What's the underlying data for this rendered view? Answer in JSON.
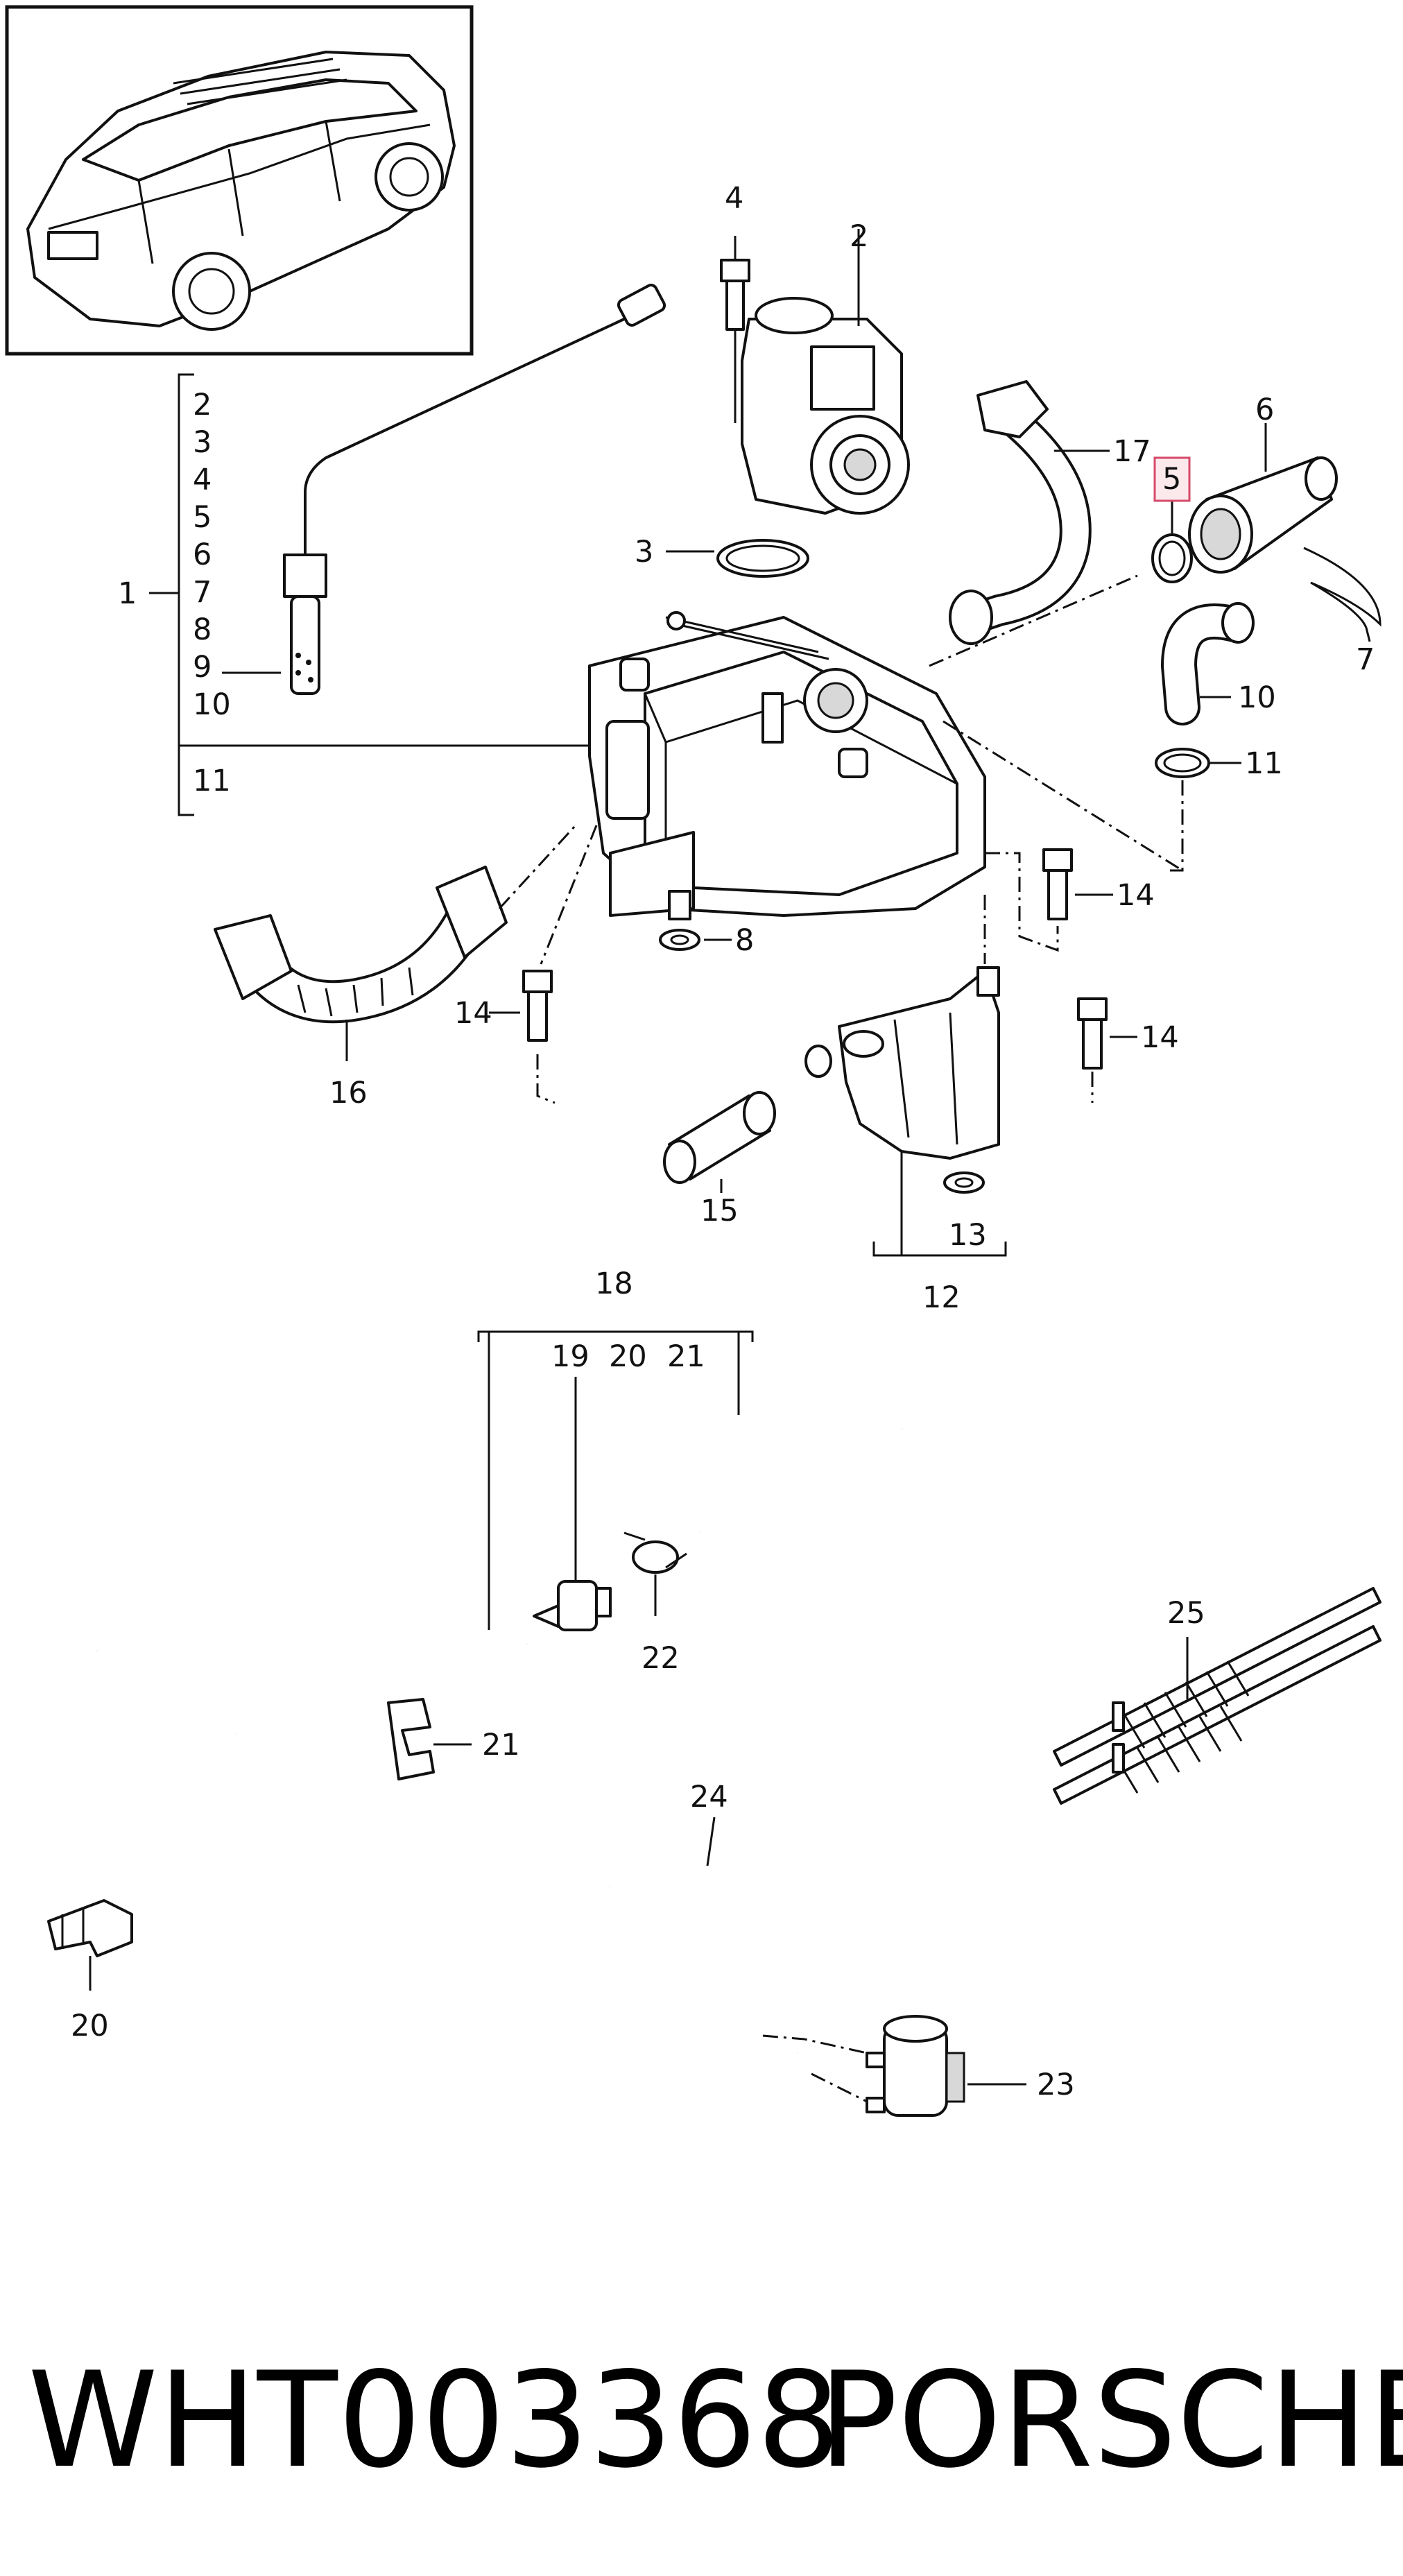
{
  "parts_diagram": {
    "callouts": [
      "1",
      "2",
      "3",
      "4",
      "5",
      "6",
      "7",
      "8",
      "9",
      "10",
      "11",
      "12",
      "13",
      "14",
      "15",
      "16",
      "17",
      "18",
      "19",
      "20",
      "21",
      "22",
      "23",
      "24",
      "25"
    ],
    "group_1_items": [
      "2",
      "3",
      "4",
      "5",
      "6",
      "7",
      "8",
      "9",
      "10",
      "11"
    ],
    "group_18_items": [
      "19",
      "20",
      "21"
    ],
    "highlighted_part": "5",
    "highlight_color": "#d64a6a"
  },
  "footer": {
    "part_number": "WHT003368",
    "brand": "PORSCHE"
  }
}
